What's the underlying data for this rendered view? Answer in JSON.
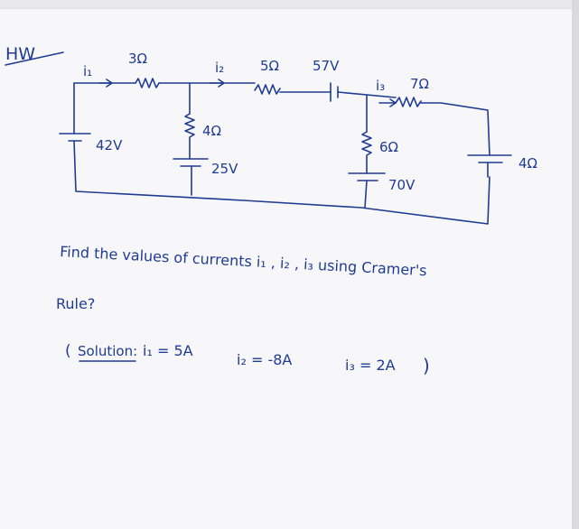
{
  "labels": {
    "hw": "HW",
    "i1": "i₁",
    "r1": "3Ω",
    "i2": "i₂",
    "r2": "5Ω",
    "v57": "57V",
    "i3": "i₃",
    "r3": "7Ω",
    "r_mid": "4Ω",
    "v25": "25V",
    "r6": "6Ω",
    "v70": "70V",
    "v42": "42V",
    "r_right": "4Ω"
  },
  "question": {
    "line1": "Find the values of currents i₁ , i₂ , i₃ using Cramer's",
    "line2": "Rule?"
  },
  "solution": {
    "prefix": "(",
    "label": "Solution:",
    "i1": "i₁ = 5A",
    "i2": "i₂ = -8A",
    "i3": "i₃ = 2A",
    "suffix": ")"
  },
  "colors": {
    "ink": "#1f3b93",
    "paper": "#f7f7f9",
    "background": "#e9e9ec"
  }
}
